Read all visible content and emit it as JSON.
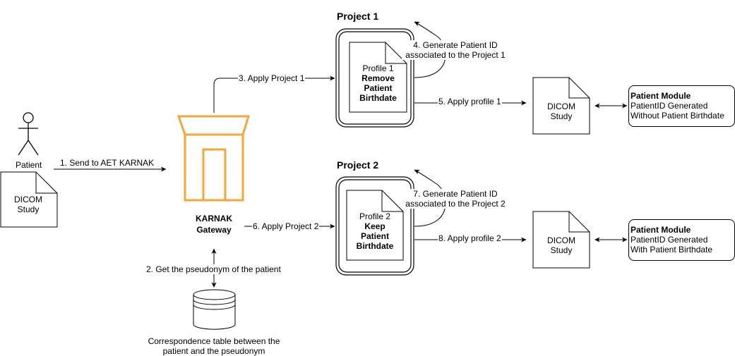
{
  "actor": {
    "label": "Patient"
  },
  "source_document": {
    "line1": "DICOM",
    "line2": "Study"
  },
  "gateway": {
    "line1": "KARNAK",
    "line2": "Gateway"
  },
  "database": {
    "line1": "Correspondence table between the",
    "line2": "patient and the pseudonym"
  },
  "edges": {
    "send": "1. Send to AET KARNAK",
    "pseudonym": "2. Get the pseudonym of the patient",
    "apply1": "3. Apply Project 1",
    "genid1": {
      "line1": "4. Generate Patient ID",
      "line2": "associated to the Project 1"
    },
    "profile1": "5. Apply profile 1",
    "apply2": "6. Apply Project 2",
    "genid2": {
      "line1": "7. Generate Patient ID",
      "line2": "associated to the Project 2"
    },
    "profile2": "8. Apply profile 2"
  },
  "projects": [
    {
      "title": "Project 1",
      "profile": {
        "name": "Profile 1",
        "action1": "Remove",
        "action2": "Patient",
        "action3": "Birthdate"
      },
      "output": {
        "line1": "DICOM",
        "line2": "Study"
      },
      "module": {
        "title": "Patient Module",
        "line1": "PatientID Generated",
        "line2": "Without Patient Birthdate"
      }
    },
    {
      "title": "Project 2",
      "profile": {
        "name": "Profile 2",
        "action1": "Keep",
        "action2": "Patient",
        "action3": "Birthdate"
      },
      "output": {
        "line1": "DICOM",
        "line2": "Study"
      },
      "module": {
        "title": "Patient Module",
        "line1": "PatientID Generated",
        "line2": "With Patient Birthdate"
      }
    }
  ],
  "colors": {
    "gateway_icon": "#f5a53a",
    "line": "#000000"
  }
}
